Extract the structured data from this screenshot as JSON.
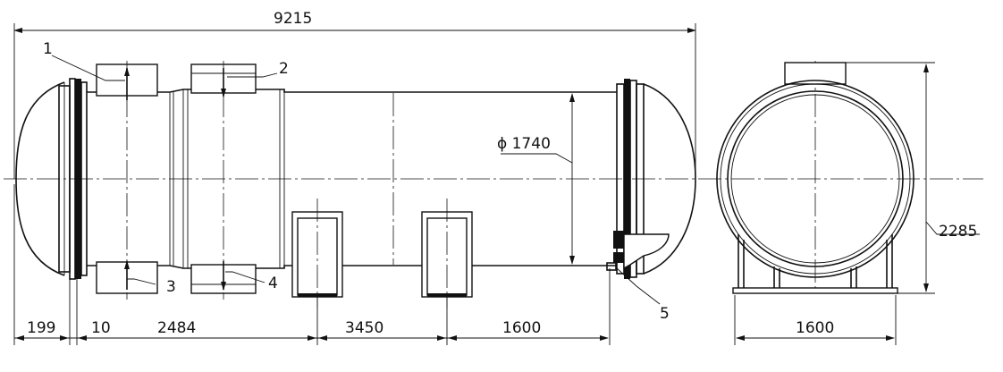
{
  "dimensions": {
    "overall_length": "9215",
    "d1": "199",
    "d2": "10",
    "d3": "2484",
    "d4": "3450",
    "d5": "1600",
    "diameter": "ϕ 1740",
    "height": "2285",
    "width": "1600"
  },
  "callouts": [
    "1",
    "2",
    "3",
    "4",
    "5"
  ]
}
